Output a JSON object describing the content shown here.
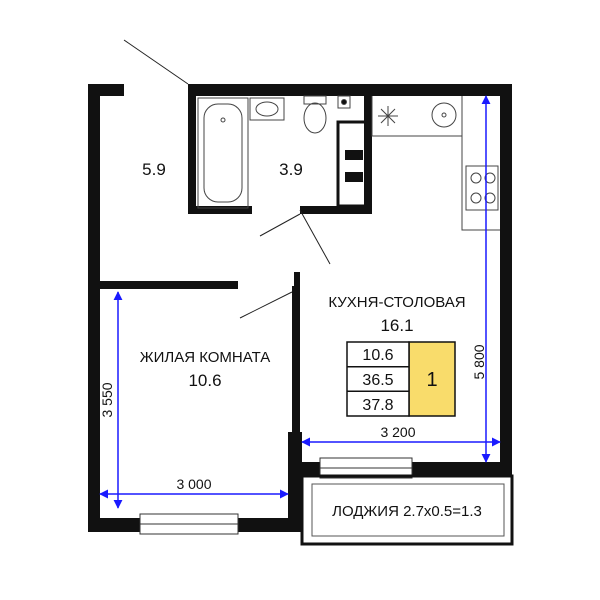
{
  "rooms": {
    "hall_area": "5.9",
    "bathroom_area": "3.9",
    "kitchen_label": "КУХНЯ-СТОЛОВАЯ",
    "kitchen_area": "16.1",
    "living_label": "ЖИЛАЯ КОМНАТА",
    "living_area": "10.6",
    "loggia_label": "ЛОДЖИЯ 2.7х0.5=1.3"
  },
  "dimensions": {
    "living_height": "3 550",
    "living_width": "3 000",
    "kitchen_width": "3 200",
    "kitchen_height": "5 800"
  },
  "summary": {
    "living_area": "10.6",
    "total_area": "36.5",
    "total_with_loggia": "37.8",
    "rooms_count": "1",
    "badge_color": "#f9dc6b"
  },
  "colors": {
    "wall": "#111111",
    "dimension_line": "#1a1aff"
  }
}
